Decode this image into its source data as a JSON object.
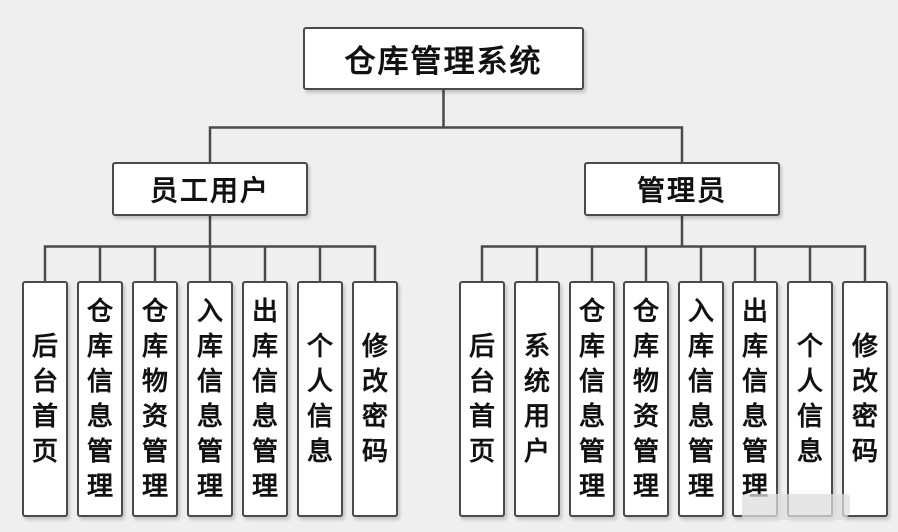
{
  "colors": {
    "background": "#efefef",
    "node_fill": "#ffffff",
    "node_border": "#4a4a4a",
    "connector": "#4a4a4a",
    "text": "#111111"
  },
  "root": {
    "label": "仓库管理系统"
  },
  "groups": {
    "employee": {
      "label": "员工用户",
      "items": [
        "后台首页",
        "仓库信息管理",
        "仓库物资管理",
        "入库信息管理",
        "出库信息管理",
        "个人信息",
        "修改密码"
      ]
    },
    "admin": {
      "label": "管理员",
      "items": [
        "后台首页",
        "系统用户",
        "仓库信息管理",
        "仓库物资管理",
        "入库信息管理",
        "出库信息管理",
        "个人信息",
        "修改密码"
      ]
    }
  }
}
